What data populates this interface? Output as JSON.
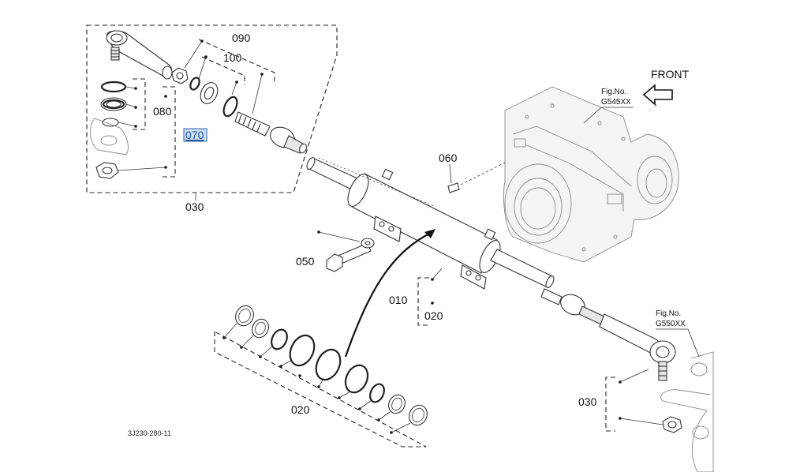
{
  "figure": {
    "code": "3J230-280-11",
    "front_label": "FRONT",
    "refs": [
      {
        "fig_no_label": "Fig.No.",
        "fig_code": "G545XX"
      },
      {
        "fig_no_label": "Fig.No.",
        "fig_code": "G550XX"
      }
    ]
  },
  "callouts": {
    "c090": "090",
    "c100": "100",
    "c080": "080",
    "c070": "070",
    "c030_top": "030",
    "c060": "060",
    "c050": "050",
    "c010": "010",
    "c020_right": "020",
    "c020_bottom": "020",
    "c030_right": "030"
  },
  "highlighted_callout": "070",
  "colors": {
    "highlight_fill": "#cfe0f5",
    "highlight_text": "#1d4e9a"
  }
}
